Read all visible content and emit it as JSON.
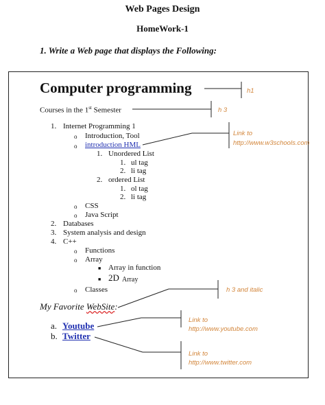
{
  "header": {
    "title": "Web Pages Design",
    "subtitle": "HomeWork-1",
    "task": "1.  Write a Web page that displays the Following:"
  },
  "page": {
    "h1": "Computer programming",
    "h3_prefix": "Courses in the 1",
    "h3_sup": "st",
    "h3_suffix": " Semester",
    "list": {
      "n1": "1.",
      "internet": "Internet Programming 1",
      "intro_tool": "Introduction, Tool",
      "intro_hml": "introduction HML",
      "n1a": "1.",
      "unordered": "Unordered List",
      "n1b": "1.",
      "ul_tag": "ul tag",
      "n2b": "2.",
      "li_tag1": "li tag",
      "n2a": "2.",
      "ordered": "ordered List",
      "n1c": "1.",
      "ol_tag": "ol tag",
      "n2c": "2.",
      "li_tag2": "li tag",
      "css": "CSS",
      "java": "Java Script",
      "n2": "2.",
      "databases": "Databases",
      "n3": "3.",
      "system": "System analysis and design",
      "n4": "4.",
      "cpp": "C++",
      "functions": "Functions",
      "array": "Array",
      "array_fn": "Array in function",
      "two_d": "2D",
      "array2": "Array",
      "classes": "Classes"
    },
    "favorite_prefix": "My Favorite ",
    "favorite_word": "WebSite",
    "favorite_suffix": ":",
    "sites": [
      {
        "marker": "a.",
        "label": "Youtube"
      },
      {
        "marker": "b.",
        "label": "Twitter"
      }
    ]
  },
  "annotations": {
    "h1": "h1",
    "h3": "h 3",
    "link_w3": "Link to",
    "link_w3_url": "http://www.w3schools.com",
    "h3_italic": "h 3 and italic",
    "link_yt": "Link to",
    "link_yt_url": "http://www.youtube.com",
    "link_tw": "Link to",
    "link_tw_url": "http://www.twitter.com"
  },
  "colors": {
    "annotation": "#d2853a",
    "link": "#1f2fb0"
  }
}
